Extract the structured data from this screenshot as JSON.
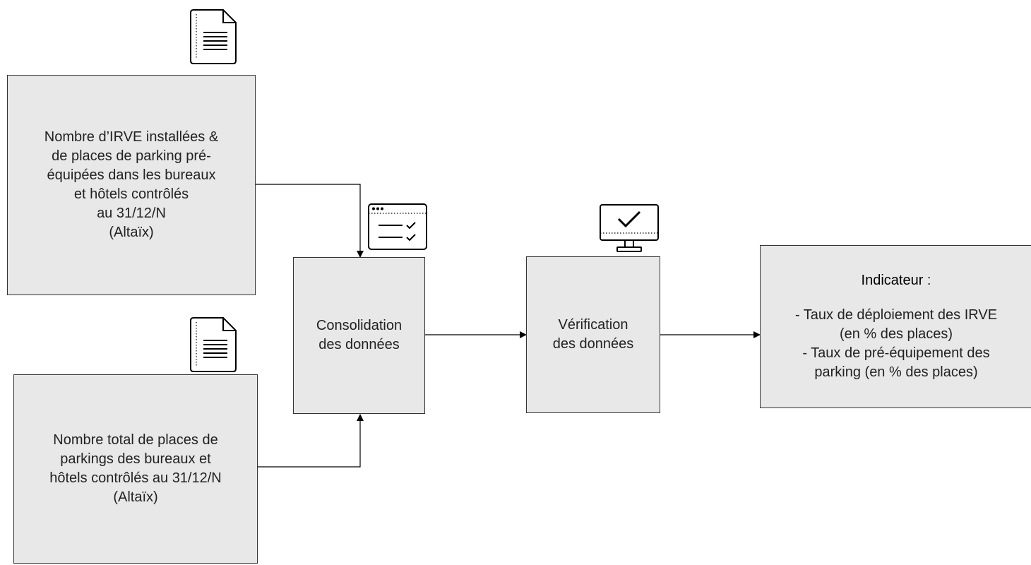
{
  "source_box_1": {
    "lines": [
      "Nombre d’IRVE installées &",
      "de places de parking pré-",
      "équipées dans les bureaux",
      "et hôtels contrôlés",
      "au 31/12/N",
      "(Altaïx)"
    ]
  },
  "source_box_2": {
    "lines": [
      "Nombre total de places de",
      "parkings des bureaux et",
      "hôtels contrôlés au 31/12/N",
      "(Altaïx)"
    ]
  },
  "consolidation_box": {
    "lines": [
      "Consolidation",
      "des données"
    ]
  },
  "verification_box": {
    "lines": [
      "Vérification",
      "des données"
    ]
  },
  "indicator_box": {
    "heading": "Indicateur",
    "heading_suffix": " :",
    "lines": [
      "- Taux de déploiement des IRVE",
      "(en % des places)",
      "- Taux de pré-équipement des",
      "parking (en % des places)"
    ]
  },
  "icons": {
    "doc_1": "document-icon",
    "doc_2": "document-icon",
    "consolidation": "checklist-window-icon",
    "verification": "monitor-check-icon"
  },
  "colors": {
    "box_fill": "#e8e8e8",
    "stroke": "#333333"
  }
}
